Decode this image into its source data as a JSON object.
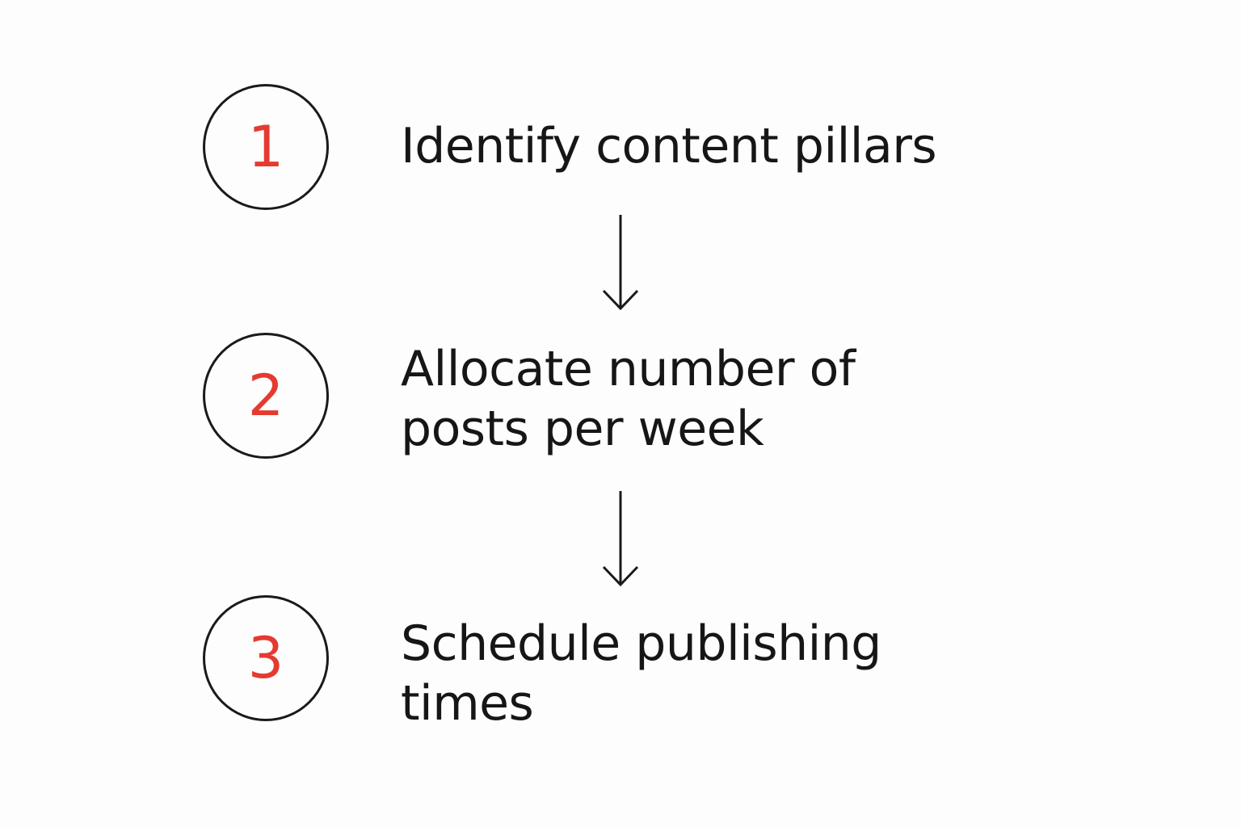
{
  "steps": [
    {
      "number": "1",
      "lines": [
        "Identify content pillars"
      ]
    },
    {
      "number": "2",
      "lines": [
        "Allocate number of",
        "posts per week"
      ]
    },
    {
      "number": "3",
      "lines": [
        "Schedule publishing",
        "times"
      ]
    }
  ],
  "colors": {
    "number": "#e53a30",
    "stroke": "#1a1a1a",
    "text": "#161616",
    "background": "#fdfdfd"
  },
  "icons": [
    "arrow-down-icon",
    "arrow-down-icon"
  ]
}
